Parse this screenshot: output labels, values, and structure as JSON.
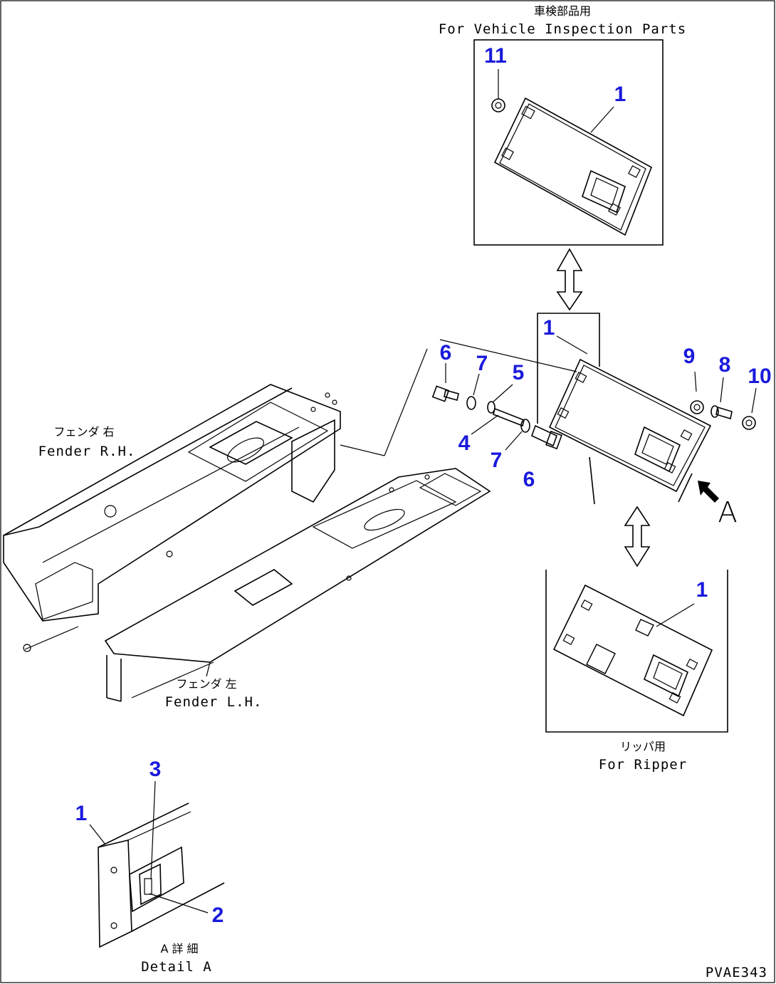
{
  "insets": {
    "vehicle_inspection": {
      "caption_jp": "車検部品用",
      "caption_en": "For Vehicle Inspection Parts"
    },
    "ripper": {
      "caption_jp": "リッパ用",
      "caption_en": "For Ripper"
    },
    "detail_a": {
      "caption_jp": "A 詳 細",
      "caption_en": "Detail A"
    }
  },
  "fenders": {
    "rh": {
      "label_jp": "フェンダ 右",
      "label_en": "Fender R.H."
    },
    "lh": {
      "label_jp": "フェンダ 左",
      "label_en": "Fender L.H."
    }
  },
  "view_marker": "A",
  "drawing_code": "PVAE343",
  "callouts": {
    "top_11": "11",
    "top_1": "1",
    "main_1": "1",
    "main_6a": "6",
    "main_7a": "7",
    "main_5": "5",
    "main_4": "4",
    "main_7b": "7",
    "main_6b": "6",
    "main_9": "9",
    "main_8": "8",
    "main_10": "10",
    "rip_1": "1",
    "det_3": "3",
    "det_1": "1",
    "det_2": "2"
  }
}
